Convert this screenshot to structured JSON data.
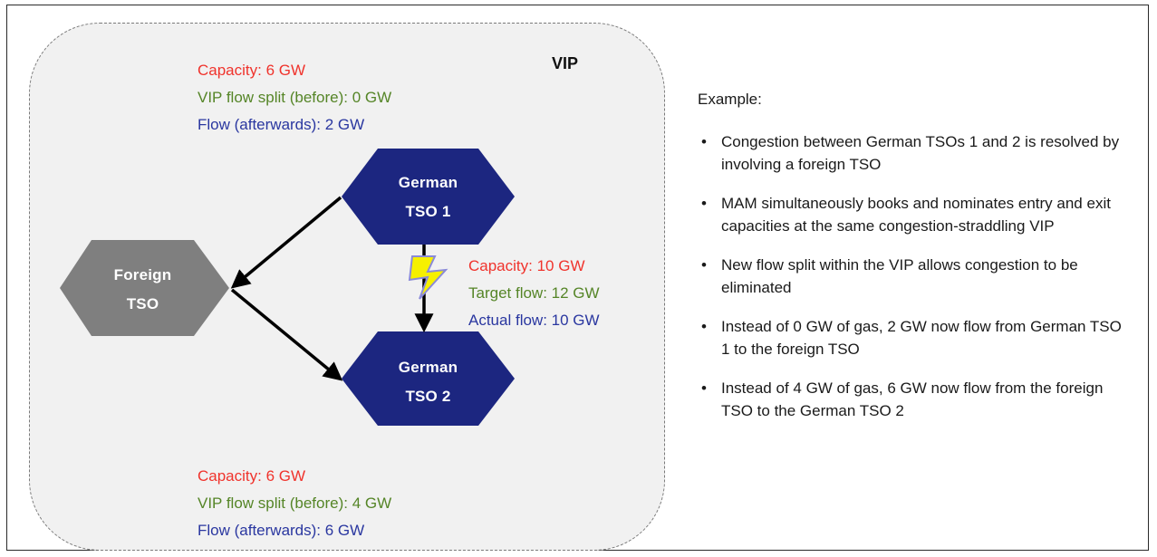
{
  "vip": {
    "label": "VIP"
  },
  "top_info": {
    "capacity": "Capacity: 6 GW",
    "split": "VIP flow split (before): 0 GW",
    "flow": "Flow (afterwards): 2 GW"
  },
  "middle_info": {
    "capacity": "Capacity: 10 GW",
    "target": "Target flow: 12 GW",
    "actual": "Actual flow: 10 GW"
  },
  "bottom_info": {
    "capacity": "Capacity: 6 GW",
    "split": "VIP flow split (before): 4 GW",
    "flow": "Flow (afterwards): 6 GW"
  },
  "nodes": {
    "german1": {
      "line1": "German",
      "line2": "TSO 1",
      "color": "#1c2680"
    },
    "german2": {
      "line1": "German",
      "line2": "TSO 2",
      "color": "#1c2680"
    },
    "foreign": {
      "line1": "Foreign",
      "line2": "TSO",
      "color": "#7f7f7f"
    }
  },
  "colors": {
    "capacity": "#f0332c",
    "split": "#558527",
    "flow": "#2a37a0",
    "lightning": "#f6f000"
  },
  "icons": {
    "congestion": "lightning-icon",
    "bullet": "bullet-dot"
  },
  "side_panel": {
    "title": "Example:",
    "bullets": [
      "Congestion between German TSOs 1 and 2 is resolved by involving a foreign TSO",
      "MAM simultaneously books and nominates entry and exit capacities at the same congestion-straddling VIP",
      "New flow split within the VIP allows congestion to be eliminated",
      "Instead of 0 GW of gas, 2 GW now flow from German TSO 1 to the foreign TSO",
      "Instead of 4 GW of gas, 6 GW now flow from the foreign TSO to the German TSO 2"
    ]
  }
}
